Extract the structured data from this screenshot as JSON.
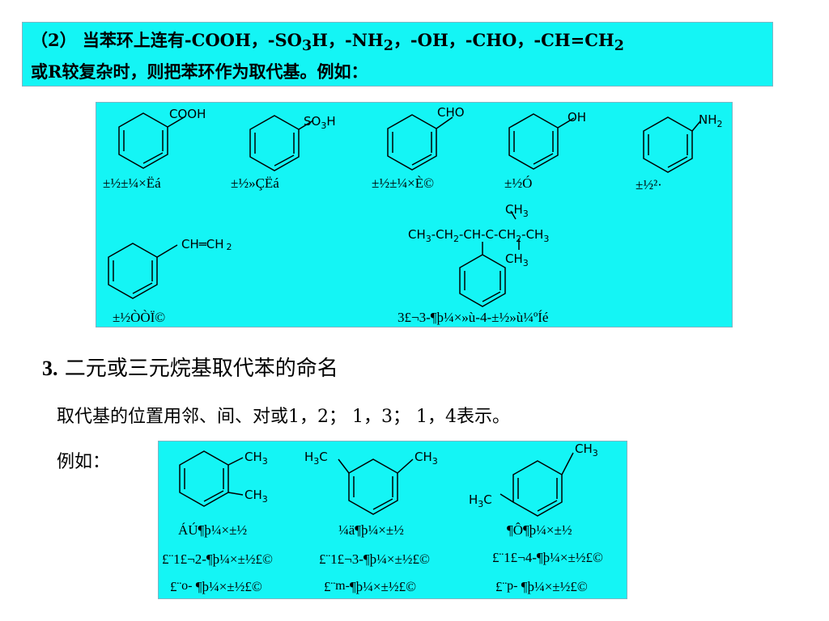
{
  "intro": {
    "line1_prefix": "（2） 当苯环上连有-COOH，-SO",
    "line1_sub": "3",
    "line1_mid": "H，-NH",
    "line1_sub2": "2",
    "line1_suffix": "，-OH，-CHO，-CH=CH",
    "line1_sub3": "2",
    "line2": "或R较复杂时，则把苯环作为取代基。例如："
  },
  "panel1": {
    "benzoic": {
      "group": "COOH",
      "name": "±½±¼×Ëá"
    },
    "sulfonic": {
      "group": "SO",
      "group_sub": "3",
      "group_tail": "H",
      "name": "±½»ÇËá"
    },
    "benzaldehyde": {
      "group": "CHO",
      "name": "±½±¼×È©"
    },
    "phenol": {
      "group": "OH",
      "name": "±½Ó"
    },
    "aniline": {
      "group": "NH",
      "group_sub": "2",
      "name": "±½²·"
    },
    "styrene": {
      "group": "CH═CH",
      "group_sub": "2",
      "name": "±½ÒÒÏ©"
    },
    "branched": {
      "top_ch": "CH",
      "top_sub": "3",
      "chain1": "CH",
      "chain1_sub": "3",
      "chain2": "-CH",
      "chain2_sub": "2",
      "chain3": "-CH-C-CH",
      "chain3_sub": "2",
      "chain4": "-CH",
      "chain4_sub": "3",
      "bottom_ch": "CH",
      "bottom_sub": "3",
      "name": "3£¬3-¶þ¼×»ù-4-±½»ù¼ºÍé"
    }
  },
  "section": {
    "number": "3.",
    "title": "二元或三元烷基取代苯的命名",
    "positions_text": "取代基的位置用邻、间、对或1，2； 1，3； 1，4表示。",
    "example_label": "例如："
  },
  "panel2": {
    "ortho": {
      "ch3_a": "CH",
      "ch3_a_sub": "3",
      "ch3_b": "CH",
      "ch3_b_sub": "3",
      "name1": "ÁÚ¶þ¼×±½",
      "name2": "£¨1£¬2-¶þ¼×±½£©",
      "name3_pre": "£¨",
      "name3_sup": "o-",
      "name3_post": "¶þ¼×±½£©"
    },
    "meta": {
      "h3c": "H",
      "h3c_sub": "3",
      "h3c_tail": "C",
      "ch3": "CH",
      "ch3_sub": "3",
      "name1": "¼ä¶þ¼×±½",
      "name2": "£¨1£¬3-¶þ¼×±½£©",
      "name3_pre": "£¨",
      "name3_sup": "m-",
      "name3_post": "¶þ¼×±½£©"
    },
    "para": {
      "ch3": "CH",
      "ch3_sub": "3",
      "h3c": "H",
      "h3c_sub": "3",
      "h3c_tail": "C",
      "name1": "¶Ô¶þ¼×±½",
      "name2": "£¨1£¬4-¶þ¼×±½£©",
      "name3_pre": "£¨",
      "name3_sup": "p-",
      "name3_post": "¶þ¼×±½£©"
    }
  }
}
